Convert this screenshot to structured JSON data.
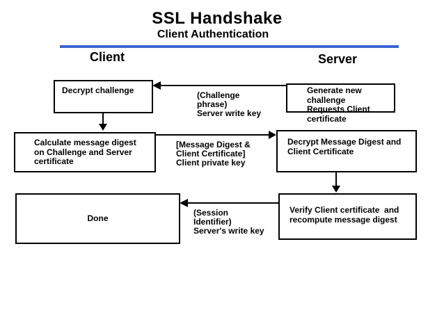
{
  "title": "SSL Handshake",
  "subtitle": "Client Authentication",
  "columns": {
    "client": "Client",
    "server": "Server"
  },
  "boxes": {
    "decrypt_challenge": "Decrypt challenge",
    "generate_challenge": "Generate new\nchallenge\nRequests Client\ncertificate",
    "calculate_digest": "Calculate message digest\non Challenge and Server\ncertificate",
    "decrypt_digest": "Decrypt Message Digest and\nClient Certificate",
    "done": "Done",
    "verify": "Verify Client certificate  and\nrecompute message digest"
  },
  "labels": {
    "challenge_phrase": "(Challenge\nphrase)\nServer write key",
    "message_digest": "[Message Digest &\nClient Certificate]\nClient private key",
    "session_identifier": "(Session\nIdentifier)\nServer's write key"
  },
  "colors": {
    "divider": "#3c64d2",
    "box_border": "#000000",
    "text": "#000000",
    "background": "#ffffff"
  }
}
